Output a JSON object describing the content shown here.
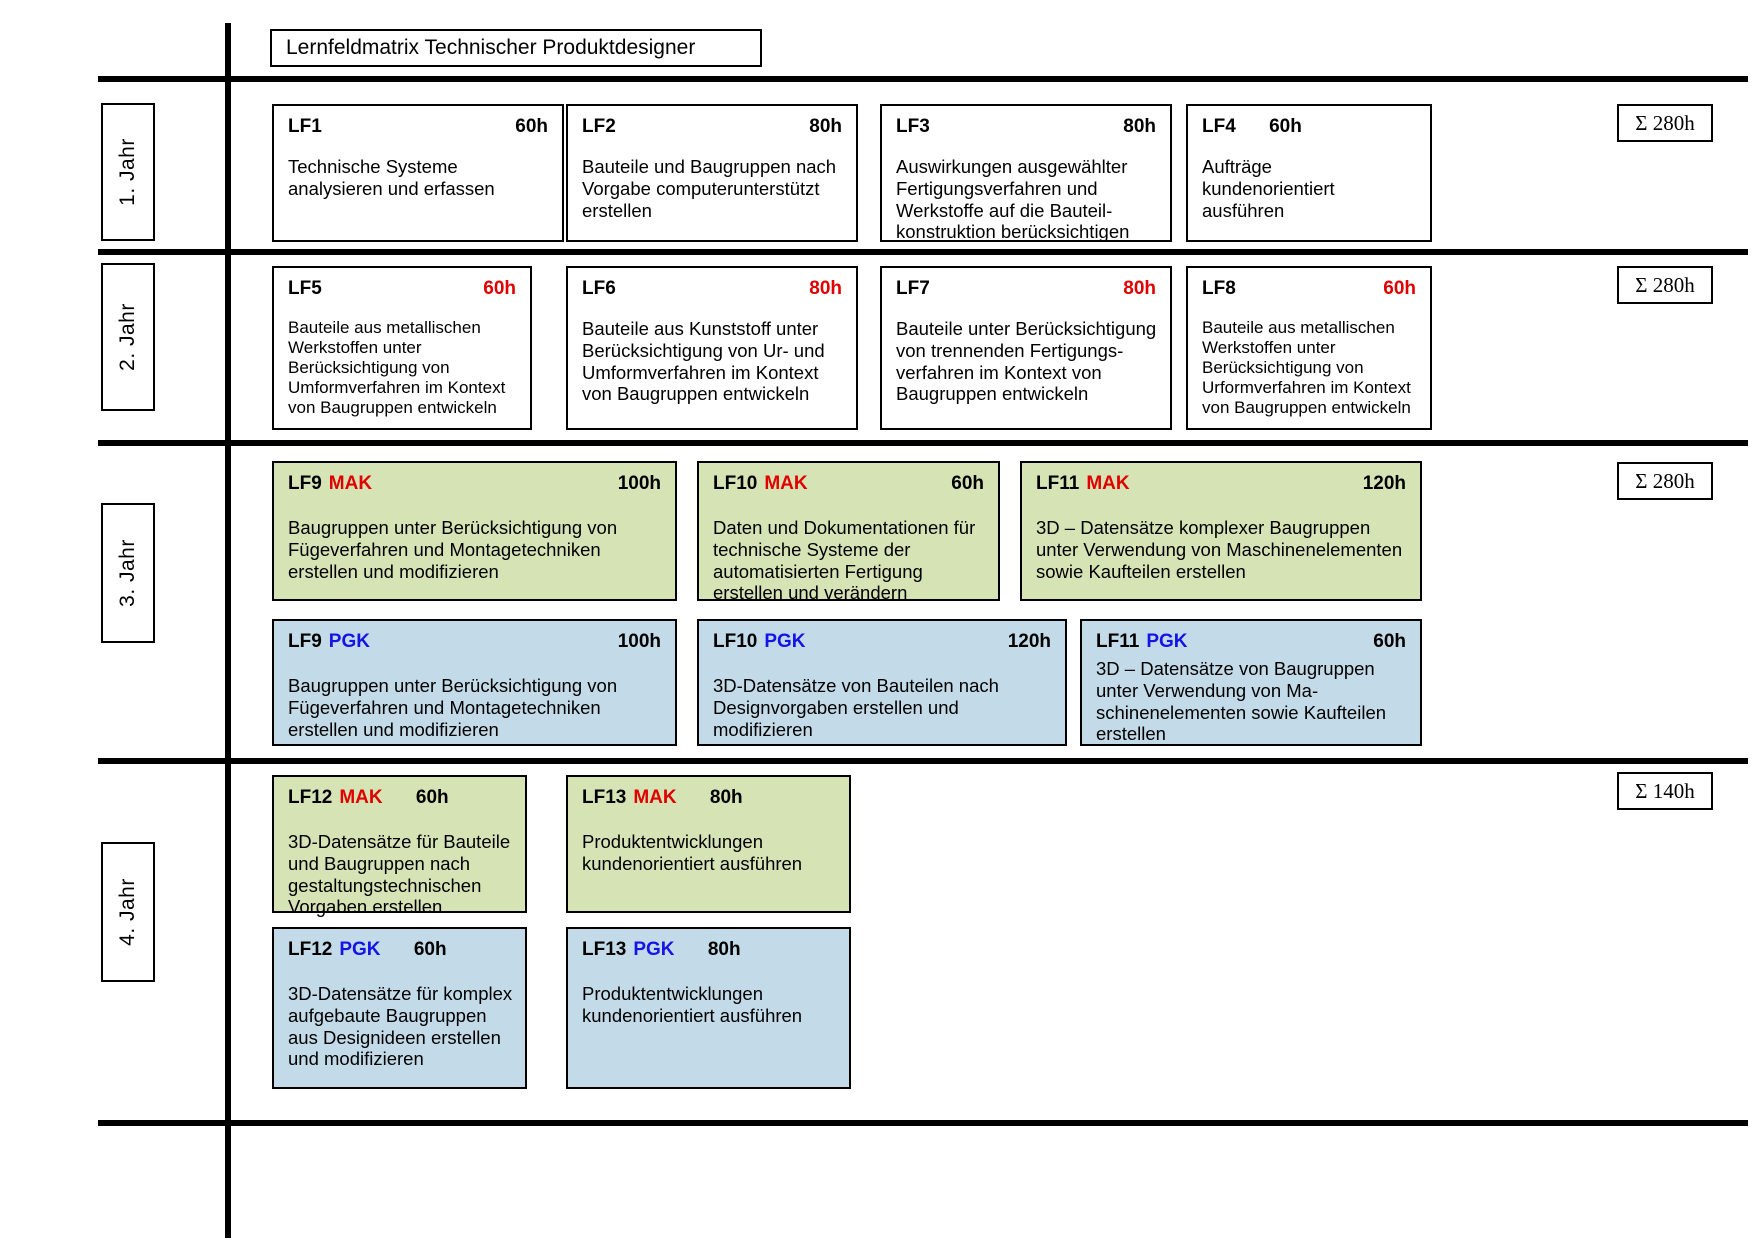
{
  "title": "Lernfeldmatrix Technischer Produktdesigner",
  "years": [
    {
      "label": "1. Jahr",
      "sum": "Σ 280h"
    },
    {
      "label": "2. Jahr",
      "sum": "Σ 280h"
    },
    {
      "label": "3. Jahr",
      "sum": "Σ 280h"
    },
    {
      "label": "4. Jahr",
      "sum": "Σ 140h"
    }
  ],
  "colors": {
    "mak": "#e00000",
    "pgk": "#1414e6",
    "green": "#d6e3b5",
    "blue": "#c3dbe8",
    "hours_red": "#e00000"
  },
  "year1": [
    {
      "code": "LF1",
      "tag": "",
      "hours": "60h",
      "text": "Technische Systeme\nanalysieren und erfassen"
    },
    {
      "code": "LF2",
      "tag": "",
      "hours": "80h",
      "text": "Bauteile und Baugruppen nach\nVorgabe computerunterstützt\nerstellen"
    },
    {
      "code": "LF3",
      "tag": "",
      "hours": "80h",
      "text": "Auswirkungen ausgewählter\nFertigungsverfahren und\nWerkstoffe auf die Bauteil-\nkonstruktion berücksichtigen"
    },
    {
      "code": "LF4",
      "tag": "",
      "hours": "60h",
      "text": "Aufträge\nkundenorientiert\nausführen"
    }
  ],
  "year2": [
    {
      "code": "LF5",
      "tag": "",
      "hours": "60h",
      "text": "Bauteile aus metallischen\nWerkstoffen unter\nBerücksichtigung von\nUmformverfahren im Kontext\nvon Baugruppen entwickeln"
    },
    {
      "code": "LF6",
      "tag": "",
      "hours": "80h",
      "text": "Bauteile aus Kunststoff unter\nBerücksichtigung von Ur- und\nUmformverfahren im Kontext\nvon Baugruppen entwickeln"
    },
    {
      "code": "LF7",
      "tag": "",
      "hours": "80h",
      "text": "Bauteile unter Berücksichtigung\nvon trennenden Fertigungs-\nverfahren im Kontext von\nBaugruppen entwickeln"
    },
    {
      "code": "LF8",
      "tag": "",
      "hours": "60h",
      "text": "Bauteile aus metallischen\nWerkstoffen unter\nBerücksichtigung von\nUrformverfahren im Kontext\nvon Baugruppen entwickeln"
    }
  ],
  "year3_mak": [
    {
      "code": "LF9",
      "tag": "MAK",
      "hours": "100h",
      "text": "Baugruppen unter Berücksichtigung von\nFügeverfahren und Montagetechniken\nerstellen und modifizieren"
    },
    {
      "code": "LF10",
      "tag": "MAK",
      "hours": "60h",
      "text": "Daten und Dokumentationen für\ntechnische Systeme der\nautomatisierten Fertigung\nerstellen und verändern"
    },
    {
      "code": "LF11",
      "tag": "MAK",
      "hours": "120h",
      "text": "3D – Datensätze komplexer Baugruppen\nunter Verwendung von Maschinenelementen\nsowie Kaufteilen erstellen"
    }
  ],
  "year3_pgk": [
    {
      "code": "LF9",
      "tag": "PGK",
      "hours": "100h",
      "text": "Baugruppen unter Berücksichtigung von\nFügeverfahren und Montagetechniken\nerstellen und modifizieren"
    },
    {
      "code": "LF10",
      "tag": "PGK",
      "hours": "120h",
      "text": "3D-Datensätze von Bauteilen nach\nDesignvorgaben erstellen und\nmodifizieren"
    },
    {
      "code": "LF11",
      "tag": "PGK",
      "hours": "60h",
      "text": "3D – Datensätze von Baugruppen\nunter Verwendung von Ma-\nschinenelementen sowie Kaufteilen\nerstellen"
    }
  ],
  "year4_mak": [
    {
      "code": "LF12",
      "tag": "MAK",
      "hours": "60h",
      "text": "3D-Datensätze für Bauteile\nund Baugruppen nach\ngestaltungstechnischen\nVorgaben erstellen"
    },
    {
      "code": "LF13",
      "tag": "MAK",
      "hours": "80h",
      "text": "Produktentwicklungen\nkundenorientiert ausführen"
    }
  ],
  "year4_pgk": [
    {
      "code": "LF12",
      "tag": "PGK",
      "hours": "60h",
      "text": "3D-Datensätze für komplex\naufgebaute Baugruppen\naus Designideen erstellen\nund modifizieren"
    },
    {
      "code": "LF13",
      "tag": "PGK",
      "hours": "80h",
      "text": "Produktentwicklungen\nkundenorientiert ausführen"
    }
  ]
}
